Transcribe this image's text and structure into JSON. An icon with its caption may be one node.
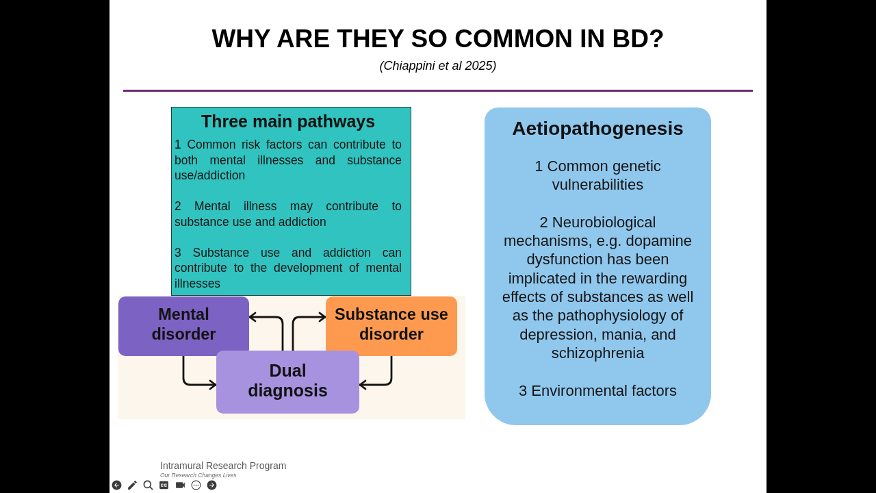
{
  "diagram": {
    "title": "WHY ARE THEY SO COMMON IN BD?",
    "nodes": [
      {
        "text": [
          "Three main pathways",
          "1 Common risk factors can contribute to both mental illnesses and substance use/addiction",
          "2 Mental illness may contribute to substance use and addiction",
          "3 Substance use and addiction can contribute to the development of mental illnesses"
        ]
      },
      {
        "text": [
          "Mental disorder"
        ]
      },
      {
        "text": [
          "Substance use disorder"
        ]
      },
      {
        "text": [
          "Dual diagnosis"
        ]
      },
      {
        "text": [
          "Aetiopathogenesis",
          "1 Common genetic vulnerabilities",
          "2 Neurobiological mechanisms, e.g. dopamine dysfunction has been implicated in the rewarding effects of substances as well as the pathophysiology of depression, mania, and schizophrenia",
          "3 Environmental factors"
        ]
      }
    ],
    "edges": [
      {
        "from": 1,
        "to": 3,
        "arrow": "to"
      },
      {
        "from": 2,
        "to": 3,
        "arrow": "to"
      },
      {
        "from": 3,
        "to": 1,
        "arrow": "to"
      },
      {
        "from": 3,
        "to": 2,
        "arrow": "to"
      }
    ],
    "labels": [
      "(Chiappini et al 2025)",
      "Intramural Research Program",
      "Our Research Changes Lives"
    ]
  }
}
